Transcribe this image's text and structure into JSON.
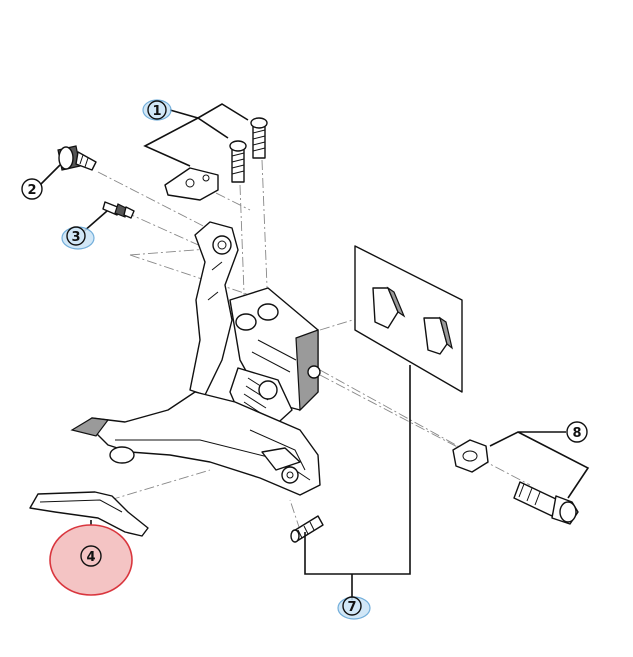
{
  "callouts": [
    {
      "id": "1",
      "label": "1",
      "highlight": "blue"
    },
    {
      "id": "2",
      "label": "2",
      "highlight": "none"
    },
    {
      "id": "3",
      "label": "3",
      "highlight": "blue"
    },
    {
      "id": "4",
      "label": "4",
      "highlight": "red"
    },
    {
      "id": "7",
      "label": "7",
      "highlight": "blue"
    },
    {
      "id": "8",
      "label": "8",
      "highlight": "none"
    }
  ],
  "colors": {
    "highlight_blue_fill": "#c9e3f6",
    "highlight_blue_stroke": "#5aa0d4",
    "highlight_red_fill": "#f4c4c4",
    "highlight_red_stroke": "#d9363e"
  }
}
